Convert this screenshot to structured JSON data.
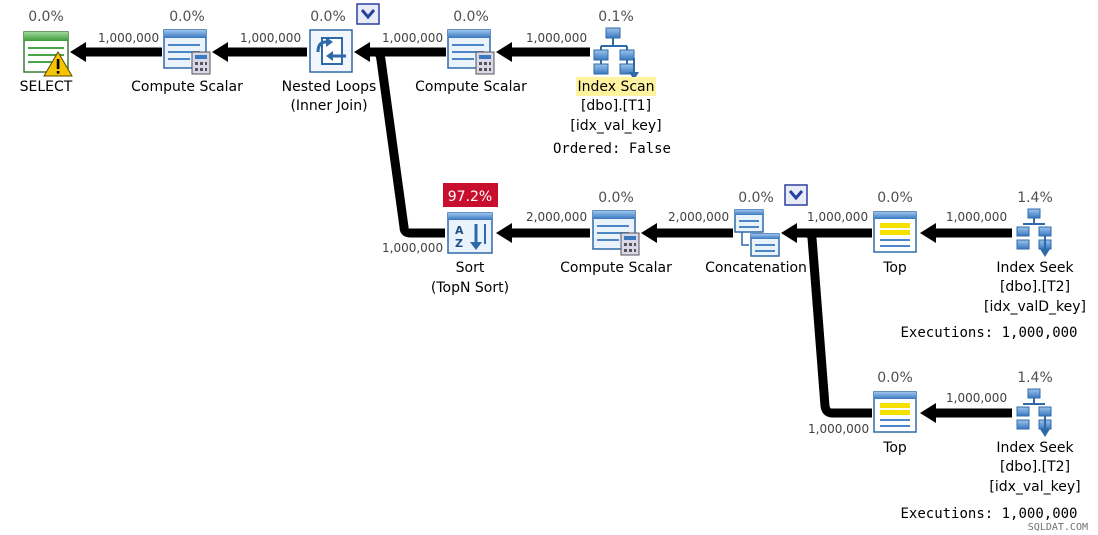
{
  "colors": {
    "hot_badge": "#c8102e",
    "highlight": "#fff3a0",
    "parallel_badge": "#2c3e9e"
  },
  "nodes": {
    "select": {
      "pct": "0.0%",
      "label1": "SELECT",
      "icon": "select-warning-icon"
    },
    "cs_top_left": {
      "pct": "0.0%",
      "label1": "Compute Scalar",
      "icon": "compute-scalar-icon"
    },
    "nested_loops": {
      "pct": "0.0%",
      "label1": "Nested Loops",
      "label2": "(Inner Join)",
      "icon": "nested-loops-icon"
    },
    "cs_top_right": {
      "pct": "0.0%",
      "label1": "Compute Scalar",
      "icon": "compute-scalar-icon"
    },
    "index_scan": {
      "pct": "0.1%",
      "label1": "Index Scan",
      "label2": "[dbo].[T1]",
      "label3": "[idx_val_key]",
      "label4": "Ordered: False",
      "icon": "index-scan-icon"
    },
    "sort": {
      "pct": "97.2%",
      "label1": "Sort",
      "label2": "(TopN Sort)",
      "icon": "sort-icon"
    },
    "cs_mid": {
      "pct": "0.0%",
      "label1": "Compute Scalar",
      "icon": "compute-scalar-icon"
    },
    "concat": {
      "pct": "0.0%",
      "label1": "Concatenation",
      "icon": "concatenation-icon"
    },
    "top1": {
      "pct": "0.0%",
      "label1": "Top",
      "icon": "top-icon"
    },
    "seek1": {
      "pct": "1.4%",
      "label1": "Index Seek",
      "label2": "[dbo].[T2]",
      "label3": "[idx_valD_key]",
      "label4": "Executions: 1,000,000",
      "icon": "index-seek-icon"
    },
    "top2": {
      "pct": "0.0%",
      "label1": "Top",
      "icon": "top-icon"
    },
    "seek2": {
      "pct": "1.4%",
      "label1": "Index Seek",
      "label2": "[dbo].[T2]",
      "label3": "[idx_val_key]",
      "label4": "Executions: 1,000,000",
      "icon": "index-seek-icon"
    }
  },
  "edges": {
    "e1": "1,000,000",
    "e2": "1,000,000",
    "e3": "1,000,000",
    "e4": "1,000,000",
    "e5": "1,000,000",
    "e6": "2,000,000",
    "e7": "2,000,000",
    "e8": "1,000,000",
    "e9": "1,000,000",
    "e10": "1,000,000",
    "e11": "1,000,000"
  },
  "watermark": "SQLDAT.COM"
}
